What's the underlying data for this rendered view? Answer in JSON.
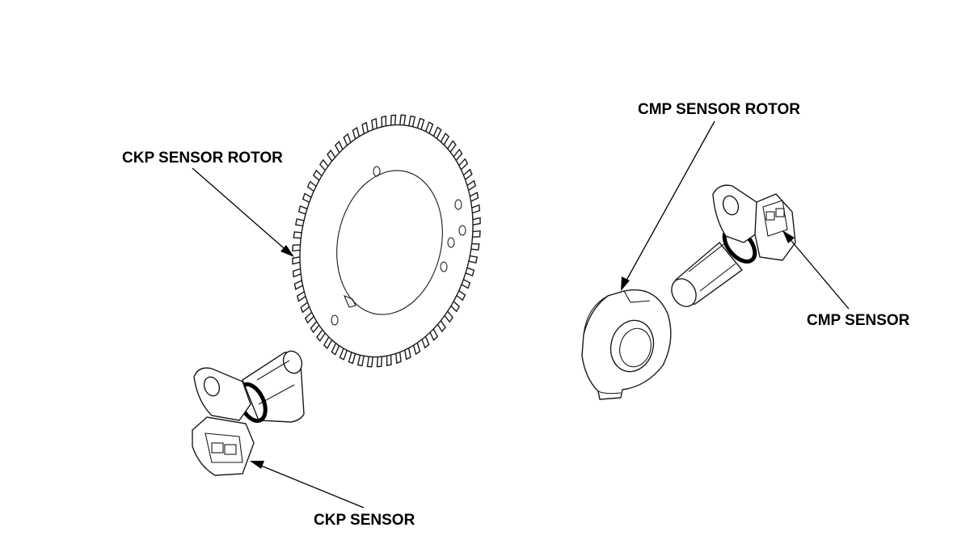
{
  "labels": {
    "ckp_sensor_rotor": "CKP SENSOR ROTOR",
    "cmp_sensor_rotor": "CMP SENSOR ROTOR",
    "cmp_sensor": "CMP SENSOR",
    "ckp_sensor": "CKP SENSOR"
  },
  "parts": {
    "ckp_rotor_tooth_count": 60
  },
  "colors": {
    "line": "#1a1a1a",
    "background": "#ffffff"
  }
}
